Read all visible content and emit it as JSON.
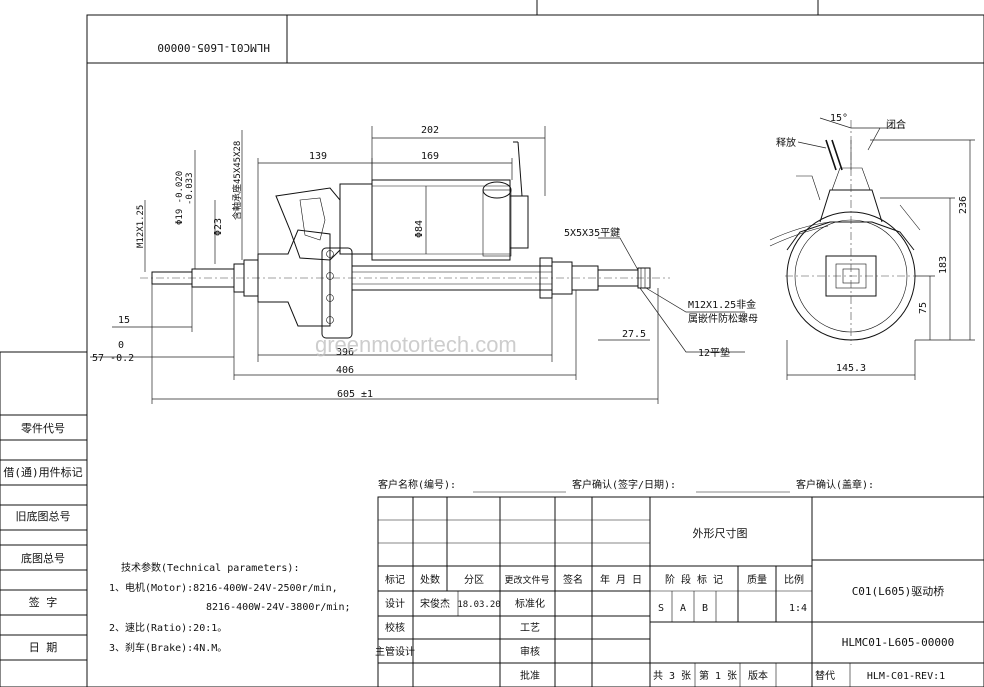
{
  "drawing_number_mirrored": "HLMC01-L605-00000",
  "watermark": "greenmotortech.com",
  "dimensions": {
    "d202": "202",
    "d139": "139",
    "d169": "169",
    "d396": "396",
    "d406": "406",
    "d605": "605 ±1",
    "dia84": "Φ84",
    "dia23": "Φ23",
    "dia19": "Φ19 -0.020",
    "dia19b": "-0.033",
    "thread1": "M12X1.25",
    "bearing": "含軸承座45X45X28",
    "d15": "15",
    "d0": "0",
    "d57": "57 -0.2",
    "d27_5": "27.5",
    "key": "5X5X35平鍵",
    "nut1": "M12X1.25非金",
    "nut2": "属嵌件防松螺母",
    "washer": "12平墊",
    "angle": "15°",
    "release": "释放",
    "close": "闭合",
    "d236": "236",
    "d183": "183",
    "d75": "75",
    "d145": "145.3"
  },
  "left_column": [
    "零件代号",
    "借(通)用件标记",
    "旧底图总号",
    "底图总号",
    "签 字",
    "日 期"
  ],
  "tech": {
    "title": "技术参数(Technical parameters):",
    "line1": "1、电机(Motor):8216-400W-24V-2500r/min,",
    "line2": "8216-400W-24V-3800r/min;",
    "line3": "2、速比(Ratio):20:1。",
    "line4": "3、刹车(Brake):4N.M。"
  },
  "confirm": {
    "name": "客户名称(编号):",
    "sign": "客户确认(签字/日期):",
    "seal": "客户确认(盖章):"
  },
  "title_block": {
    "headers": [
      "标记",
      "处数",
      "分区",
      "更改文件号",
      "签名",
      "年 月 日"
    ],
    "r_design": "设计",
    "designer": "宋俊杰",
    "date": "18.03.20",
    "standard": "标准化",
    "check": "校核",
    "process": "工艺",
    "chief": "主管设计",
    "review": "审核",
    "approve": "批准",
    "drawing_title": "外形尺寸图",
    "stage_label": "阶 段 标 记",
    "weight_label": "质量",
    "scale_label": "比例",
    "stage_s": "S",
    "stage_a": "A",
    "stage_b": "B",
    "scale": "1:4",
    "part_name": "C01(L605)驱动桥",
    "drawing_no": "HLMC01-L605-00000",
    "sheets": "共 3 张",
    "sheet_no": "第 1 张",
    "version": "版本",
    "replace": "替代",
    "rev": "HLM-C01-REV:1"
  }
}
